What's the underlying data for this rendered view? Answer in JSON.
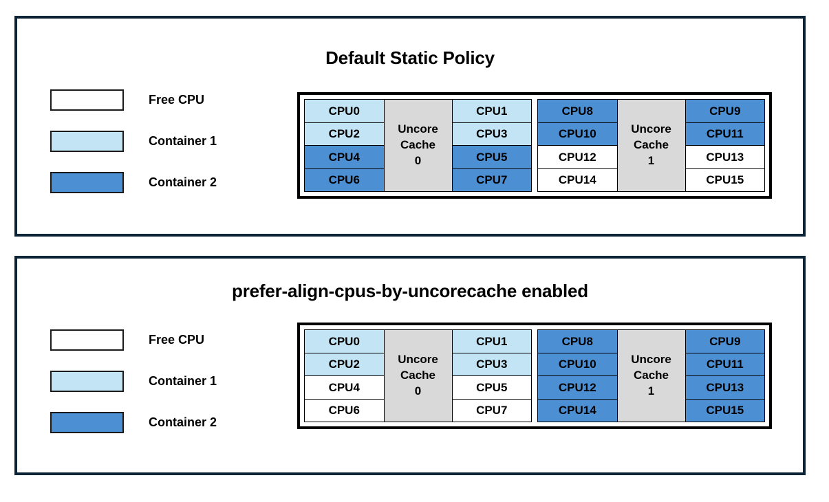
{
  "legend": {
    "items": [
      {
        "label": "Free CPU",
        "fill": "free",
        "color": "#ffffff"
      },
      {
        "label": "Container 1",
        "fill": "container1",
        "color": "#c2e4f4"
      },
      {
        "label": "Container 2",
        "fill": "container2",
        "color": "#4d8fd3"
      }
    ]
  },
  "colors": {
    "panel_border": "#0d2436",
    "diagram_border": "#000000",
    "cache_fill": "#d9d9d9",
    "free_cpu": "#ffffff",
    "container_1": "#c2e4f4",
    "container_2": "#4d8fd3"
  },
  "panels": [
    {
      "title": "Default Static Policy",
      "sockets": [
        {
          "cache_line_1": "Uncore",
          "cache_line_2": "Cache",
          "cache_line_3": "0",
          "left_column": [
            {
              "label": "CPU0",
              "fill": "container1"
            },
            {
              "label": "CPU2",
              "fill": "container1"
            },
            {
              "label": "CPU4",
              "fill": "container2"
            },
            {
              "label": "CPU6",
              "fill": "container2"
            }
          ],
          "right_column": [
            {
              "label": "CPU1",
              "fill": "container1"
            },
            {
              "label": "CPU3",
              "fill": "container1"
            },
            {
              "label": "CPU5",
              "fill": "container2"
            },
            {
              "label": "CPU7",
              "fill": "container2"
            }
          ]
        },
        {
          "cache_line_1": "Uncore",
          "cache_line_2": "Cache",
          "cache_line_3": "1",
          "left_column": [
            {
              "label": "CPU8",
              "fill": "container2"
            },
            {
              "label": "CPU10",
              "fill": "container2"
            },
            {
              "label": "CPU12",
              "fill": "free"
            },
            {
              "label": "CPU14",
              "fill": "free"
            }
          ],
          "right_column": [
            {
              "label": "CPU9",
              "fill": "container2"
            },
            {
              "label": "CPU11",
              "fill": "container2"
            },
            {
              "label": "CPU13",
              "fill": "free"
            },
            {
              "label": "CPU15",
              "fill": "free"
            }
          ]
        }
      ]
    },
    {
      "title": "prefer-align-cpus-by-uncorecache enabled",
      "sockets": [
        {
          "cache_line_1": "Uncore",
          "cache_line_2": "Cache",
          "cache_line_3": "0",
          "left_column": [
            {
              "label": "CPU0",
              "fill": "container1"
            },
            {
              "label": "CPU2",
              "fill": "container1"
            },
            {
              "label": "CPU4",
              "fill": "free"
            },
            {
              "label": "CPU6",
              "fill": "free"
            }
          ],
          "right_column": [
            {
              "label": "CPU1",
              "fill": "container1"
            },
            {
              "label": "CPU3",
              "fill": "container1"
            },
            {
              "label": "CPU5",
              "fill": "free"
            },
            {
              "label": "CPU7",
              "fill": "free"
            }
          ]
        },
        {
          "cache_line_1": "Uncore",
          "cache_line_2": "Cache",
          "cache_line_3": "1",
          "left_column": [
            {
              "label": "CPU8",
              "fill": "container2"
            },
            {
              "label": "CPU10",
              "fill": "container2"
            },
            {
              "label": "CPU12",
              "fill": "container2"
            },
            {
              "label": "CPU14",
              "fill": "container2"
            }
          ],
          "right_column": [
            {
              "label": "CPU9",
              "fill": "container2"
            },
            {
              "label": "CPU11",
              "fill": "container2"
            },
            {
              "label": "CPU13",
              "fill": "container2"
            },
            {
              "label": "CPU15",
              "fill": "container2"
            }
          ]
        }
      ]
    }
  ]
}
